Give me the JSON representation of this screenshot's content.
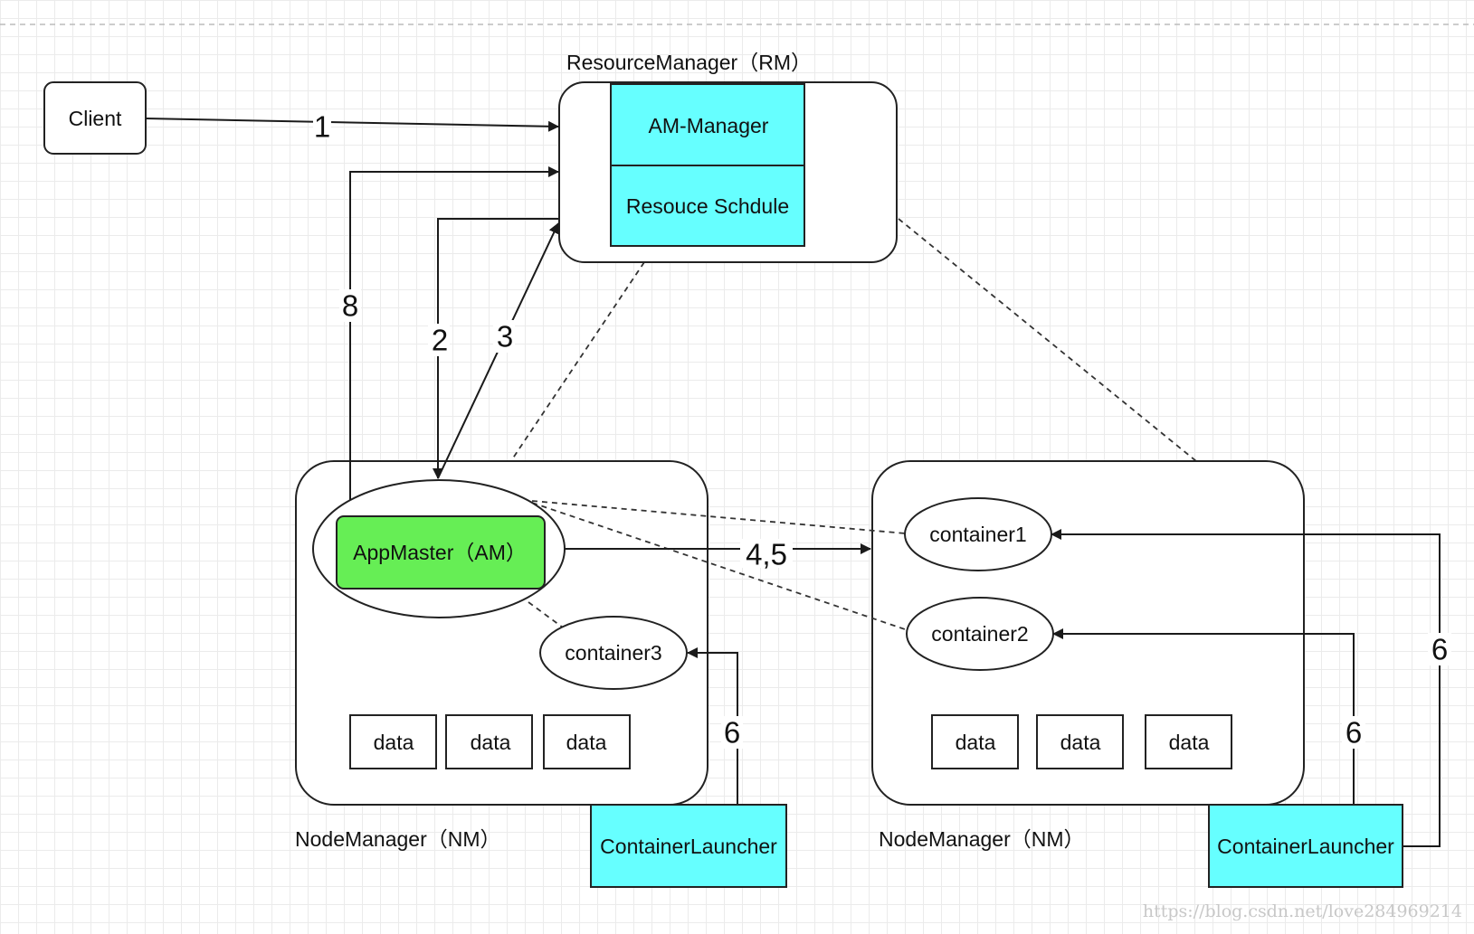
{
  "colors": {
    "cyan_fill": "#66ffff",
    "green_fill": "#66ee55",
    "line": "#1a1a1a",
    "watermark": "#c8c8c8"
  },
  "client": {
    "label": "Client"
  },
  "resource_manager": {
    "caption": "ResourceManager（RM）",
    "am_manager": "AM-Manager",
    "resource_schedule": "Resouce Schdule"
  },
  "node_manager_left": {
    "caption": "NodeManager（NM）",
    "app_master": "AppMaster（AM）",
    "container": "container3",
    "data": [
      "data",
      "data",
      "data"
    ],
    "launcher": "ContainerLauncher"
  },
  "node_manager_right": {
    "caption": "NodeManager（NM）",
    "container1": "container1",
    "container2": "container2",
    "data": [
      "data",
      "data",
      "data"
    ],
    "launcher": "ContainerLauncher"
  },
  "steps": {
    "s1": "1",
    "s2": "2",
    "s3": "3",
    "s8": "8",
    "s45": "4,5",
    "s6_left": "6",
    "s6_mid": "6",
    "s6_right": "6"
  },
  "watermark": "https://blog.csdn.net/love284969214"
}
